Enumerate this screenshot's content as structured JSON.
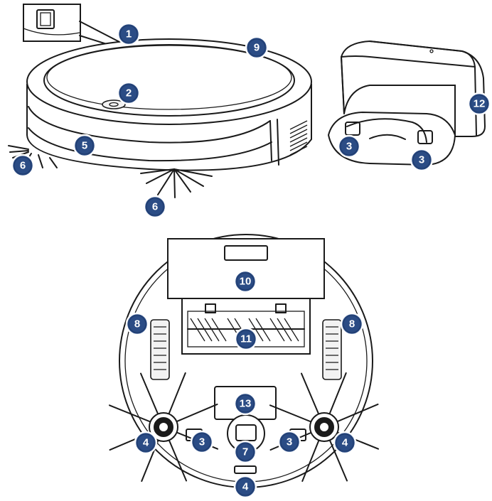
{
  "colors": {
    "callout_fill": "#2b4c85",
    "line": "#1a1a1a"
  },
  "callouts": [
    {
      "id": "c1",
      "label": "1",
      "part": "power-switch"
    },
    {
      "id": "c2",
      "label": "2",
      "part": "top-button"
    },
    {
      "id": "c5",
      "label": "5",
      "part": "front-bumper"
    },
    {
      "id": "c6a",
      "label": "6",
      "part": "side-brush"
    },
    {
      "id": "c6b",
      "label": "6",
      "part": "side-brush"
    },
    {
      "id": "c9",
      "label": "9",
      "part": "top-cover"
    },
    {
      "id": "c12",
      "label": "12",
      "part": "dock-power-port"
    },
    {
      "id": "c3a",
      "label": "3",
      "part": "charging-contact"
    },
    {
      "id": "c3b",
      "label": "3",
      "part": "charging-contact"
    },
    {
      "id": "c10",
      "label": "10",
      "part": "dustbin"
    },
    {
      "id": "c8a",
      "label": "8",
      "part": "drive-wheel"
    },
    {
      "id": "c8b",
      "label": "8",
      "part": "drive-wheel"
    },
    {
      "id": "c11",
      "label": "11",
      "part": "main-brush"
    },
    {
      "id": "c13",
      "label": "13",
      "part": "label-plate"
    },
    {
      "id": "c4a",
      "label": "4",
      "part": "cliff-sensor"
    },
    {
      "id": "c4b",
      "label": "4",
      "part": "cliff-sensor"
    },
    {
      "id": "c4c",
      "label": "4",
      "part": "cliff-sensor"
    },
    {
      "id": "c3c",
      "label": "3",
      "part": "charging-contact"
    },
    {
      "id": "c3d",
      "label": "3",
      "part": "charging-contact"
    },
    {
      "id": "c7",
      "label": "7",
      "part": "front-caster-wheel"
    }
  ]
}
